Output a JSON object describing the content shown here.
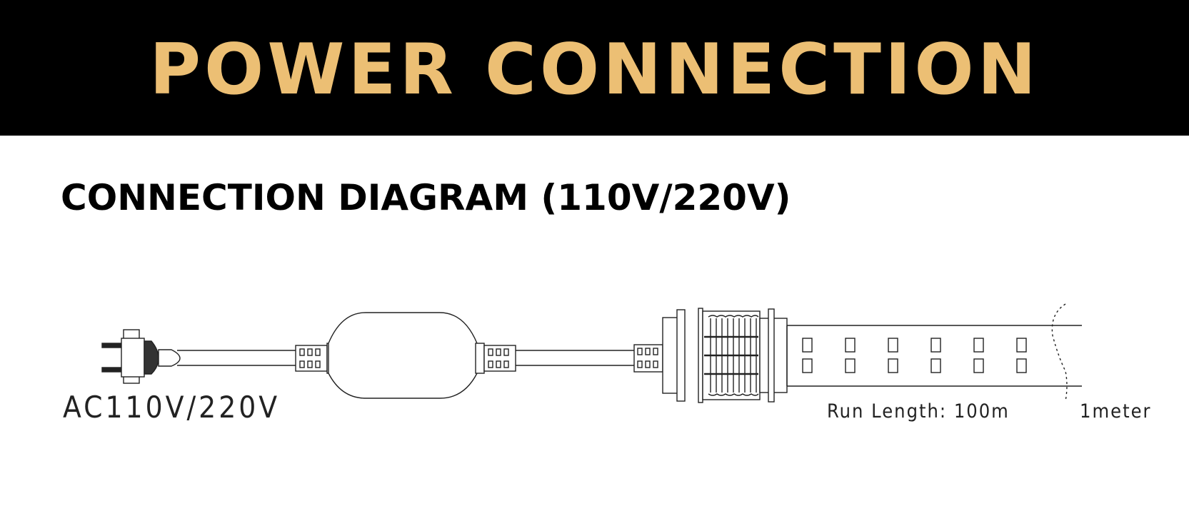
{
  "banner": {
    "title": "POWER CONNECTION"
  },
  "section": {
    "title": "CONNECTION DIAGRAM (110V/220V)"
  },
  "diagram": {
    "power_label": "AC110V/220V",
    "run_length_label": "Run Length:  100m",
    "segment_label": "1meter",
    "colors": {
      "banner_bg": "#000000",
      "banner_text": "#ECBF74",
      "line": "#222222"
    },
    "icons": [
      "plug-icon",
      "driver-icon",
      "connector-icon",
      "end-cap-icon",
      "led-strip-icon"
    ]
  }
}
